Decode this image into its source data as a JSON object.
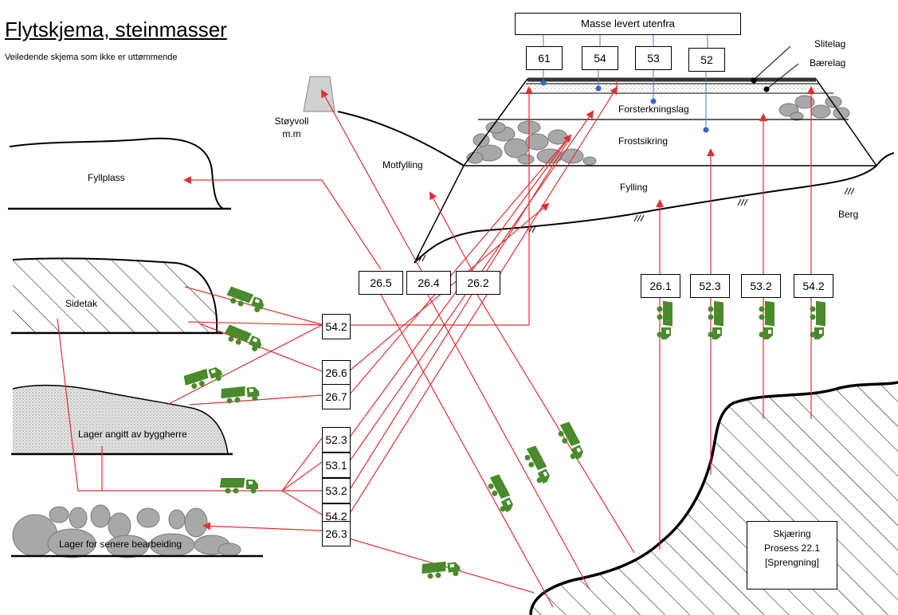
{
  "title": "Flytskjema, steinmasser",
  "subtitle": "Veiledende skjema som ikke er uttømmende",
  "top_box": "Masse levert utenfra",
  "top_numbers": [
    "61",
    "54",
    "53",
    "52"
  ],
  "layers": {
    "slitelag": "Slitelag",
    "baerelag": "Bærelag",
    "forsterkningslag": "Forsterkningslag",
    "frostsikring": "Frostsikring",
    "fylling": "Fylling",
    "berg": "Berg",
    "motfylling": "Motfylling",
    "stoyvoll_line1": "Støyvoll",
    "stoyvoll_line2": "m.m"
  },
  "areas": {
    "fyllplass": "Fyllplass",
    "sidetak": "Sidetak",
    "lager_byggherre": "Lager angitt av byggherre",
    "lager_senere": "Lager for senere bearbeiding"
  },
  "mid_codes": [
    "26.5",
    "26.4",
    "26.2"
  ],
  "right_codes": [
    "26.1",
    "52.3",
    "53.2",
    "54.2"
  ],
  "left_codes": [
    "54.2",
    "26.6",
    "26.7",
    "52.3",
    "53.1",
    "53.2",
    "54.2",
    "26.3"
  ],
  "skjaering": {
    "line1": "Skjæring",
    "line2": "Prosess 22.1",
    "line3": "[Sprengning]"
  },
  "colors": {
    "flow_line": "#e03030",
    "truck": "#4a8a2c",
    "blue_dot": "#3366cc",
    "stone": "#a8a8a8"
  },
  "icons": [
    "dump-truck-icon"
  ]
}
